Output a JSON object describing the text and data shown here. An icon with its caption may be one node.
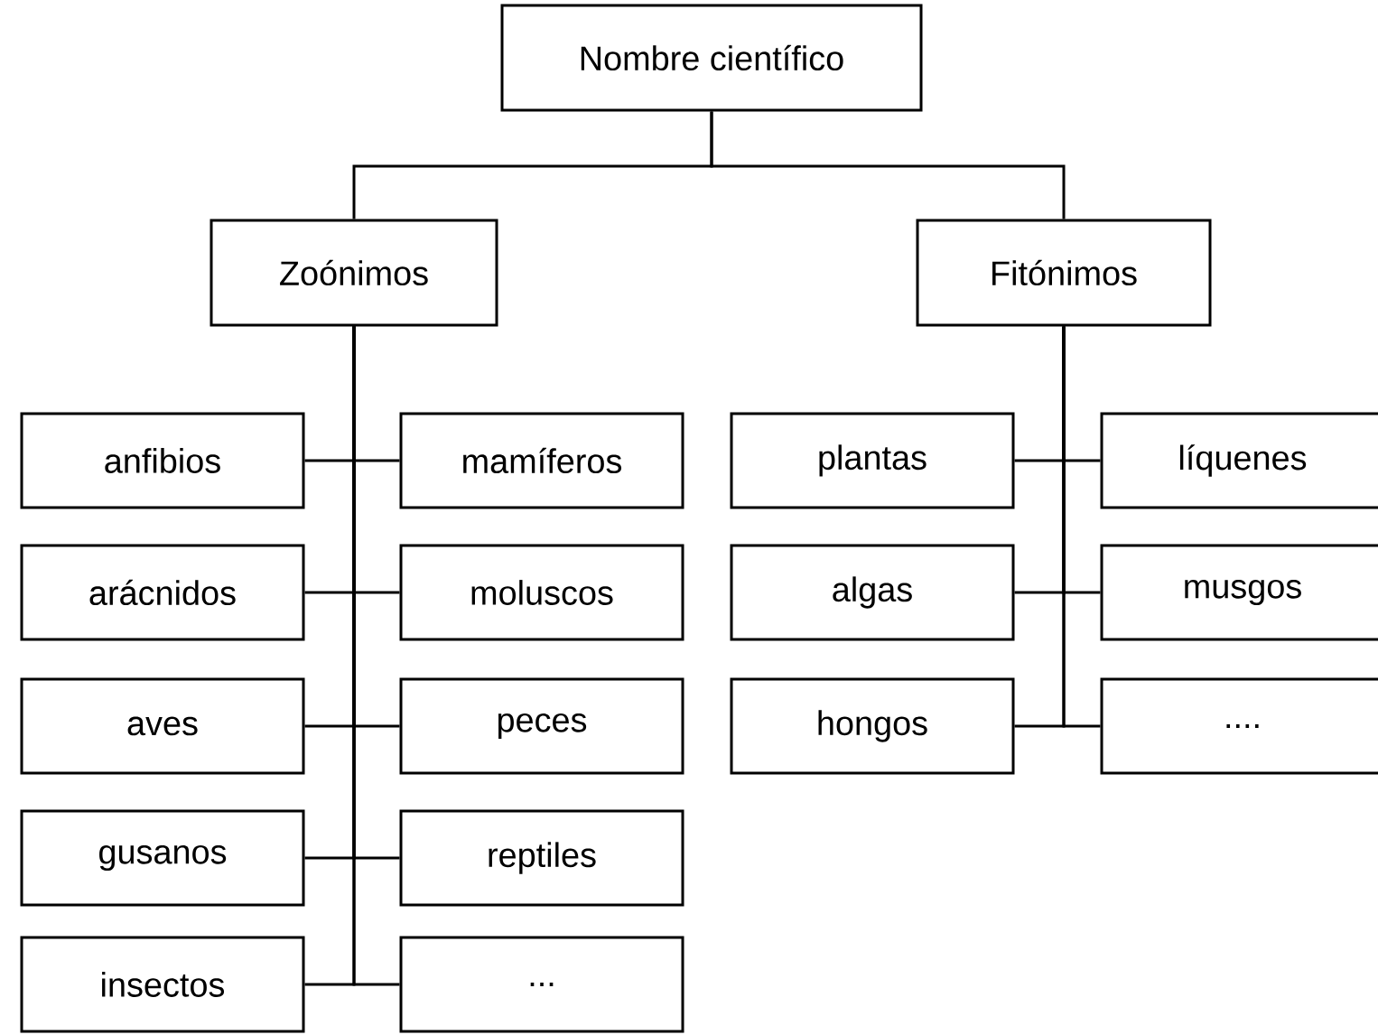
{
  "diagram": {
    "nodes": [
      {
        "text": [
          "Nombre científico"
        ]
      },
      {
        "text": [
          "Zoónimos"
        ]
      },
      {
        "text": [
          "Fitónimos"
        ]
      },
      {
        "text": [
          "anfibios"
        ]
      },
      {
        "text": [
          "mamíferos"
        ]
      },
      {
        "text": [
          "arácnidos"
        ]
      },
      {
        "text": [
          "moluscos"
        ]
      },
      {
        "text": [
          "aves"
        ]
      },
      {
        "text": [
          "peces"
        ]
      },
      {
        "text": [
          "gusanos"
        ]
      },
      {
        "text": [
          "reptiles"
        ]
      },
      {
        "text": [
          "insectos"
        ]
      },
      {
        "text": [
          "..."
        ]
      },
      {
        "text": [
          "plantas"
        ]
      },
      {
        "text": [
          "líquenes"
        ]
      },
      {
        "text": [
          "algas"
        ]
      },
      {
        "text": [
          "musgos"
        ]
      },
      {
        "text": [
          "hongos"
        ]
      },
      {
        "text": [
          "...."
        ]
      }
    ],
    "edges": [
      {
        "from": 0,
        "to": 1,
        "arrow": "none"
      },
      {
        "from": 0,
        "to": 2,
        "arrow": "none"
      },
      {
        "from": 1,
        "to": 3,
        "arrow": "none"
      },
      {
        "from": 1,
        "to": 4,
        "arrow": "none"
      },
      {
        "from": 1,
        "to": 5,
        "arrow": "none"
      },
      {
        "from": 1,
        "to": 6,
        "arrow": "none"
      },
      {
        "from": 1,
        "to": 7,
        "arrow": "none"
      },
      {
        "from": 1,
        "to": 8,
        "arrow": "none"
      },
      {
        "from": 1,
        "to": 9,
        "arrow": "none"
      },
      {
        "from": 1,
        "to": 10,
        "arrow": "none"
      },
      {
        "from": 1,
        "to": 11,
        "arrow": "none"
      },
      {
        "from": 1,
        "to": 12,
        "arrow": "none"
      },
      {
        "from": 2,
        "to": 13,
        "arrow": "none"
      },
      {
        "from": 2,
        "to": 14,
        "arrow": "none"
      },
      {
        "from": 2,
        "to": 15,
        "arrow": "none"
      },
      {
        "from": 2,
        "to": 16,
        "arrow": "none"
      },
      {
        "from": 2,
        "to": 17,
        "arrow": "none"
      },
      {
        "from": 2,
        "to": 18,
        "arrow": "none"
      }
    ]
  }
}
